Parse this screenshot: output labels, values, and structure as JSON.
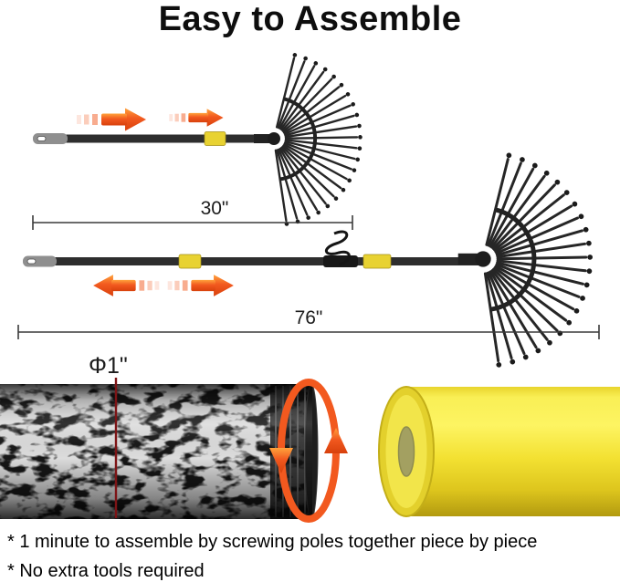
{
  "title": "Easy to Assemble",
  "dimensions": {
    "short_rake_length": "30\"",
    "long_rake_length": "76\"",
    "pole_diameter": "Φ1\""
  },
  "footnotes": [
    {
      "text": "* 1 minute to assemble by screwing poles together piece by piece"
    },
    {
      "text": "* No extra tools required"
    }
  ],
  "colors": {
    "arrow_orange": "#F2591F",
    "pole_yellow": "#F2E33A",
    "rake_black": "#262626",
    "handle_cap_gray": "#8F8F8F",
    "collar_yellow": "#E8D232",
    "diameter_line_red": "#7D1416",
    "text_black": "#111111",
    "background": "#FFFFFF"
  },
  "icons": {
    "assembly_arrow": "arrow-right-with-motion-trails-icon",
    "rotation_arrows": "rotate-arrows-icon",
    "screw_joint": "screw-coil-icon"
  }
}
